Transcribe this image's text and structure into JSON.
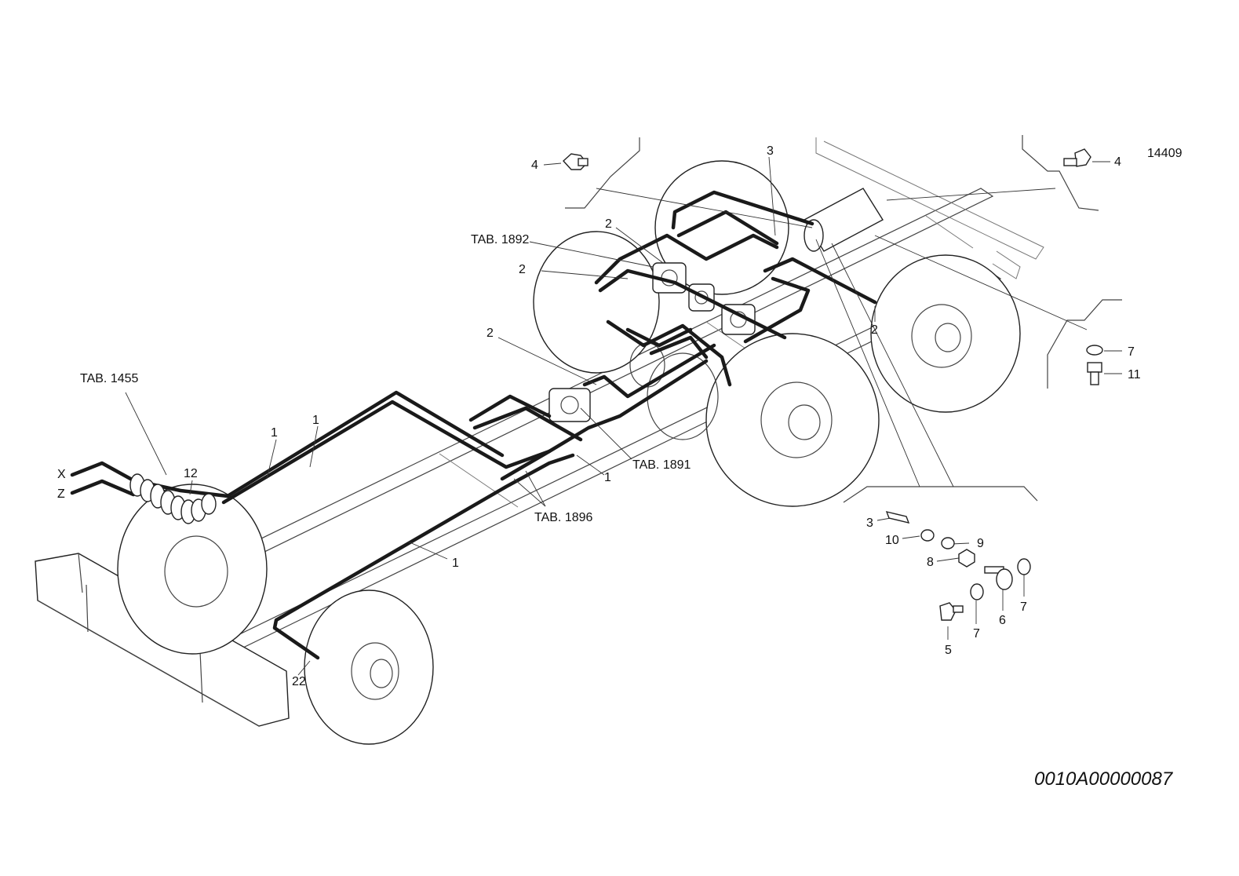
{
  "drawing": {
    "sheet_number": "14409",
    "drawing_code": "0010A00000087",
    "references": {
      "tab_1892": "TAB. 1892",
      "tab_1455": "TAB. 1455",
      "tab_1891": "TAB. 1891",
      "tab_1896": "TAB. 1896"
    },
    "connections": {
      "x": "X",
      "z": "Z"
    },
    "callouts": {
      "c1": "1",
      "c2": "2",
      "c3": "3",
      "c4": "4",
      "c5": "5",
      "c6": "6",
      "c7": "7",
      "c8": "8",
      "c9": "9",
      "c10": "10",
      "c11": "11",
      "c12": "12",
      "c22": "22"
    }
  }
}
